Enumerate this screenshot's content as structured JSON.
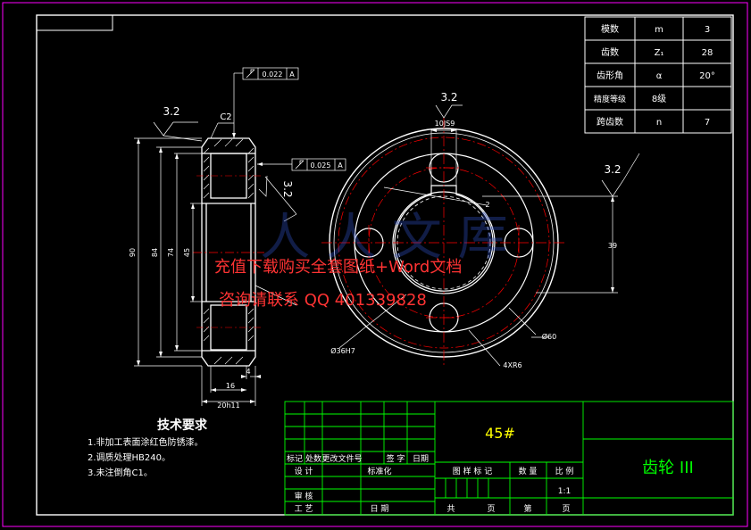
{
  "param_table": {
    "rows": [
      {
        "label": "模数",
        "symbol": "m",
        "value": "3"
      },
      {
        "label": "齿数",
        "symbol": "Z₁",
        "value": "28"
      },
      {
        "label": "齿形角",
        "symbol": "α",
        "value": "20°"
      },
      {
        "label": "精度等级",
        "symbol": "8级",
        "value": ""
      },
      {
        "label": "跨齿数",
        "symbol": "n",
        "value": "7"
      }
    ]
  },
  "section_view": {
    "roughness_top": "3.2",
    "roughness_side": "3.2",
    "chamfer": "C2",
    "tol_1": "0.022",
    "tol_1_datum": "A",
    "tol_2": "0.025",
    "tol_2_datum": "A",
    "dim_90": "90",
    "dim_84": "84",
    "dim_74": "74",
    "dim_45": "45",
    "dim_4": "4",
    "dim_16": "16",
    "dim_20": "20h11"
  },
  "front_view": {
    "roughness_top": "3.2",
    "roughness_right": "3.2",
    "keyway": "10JS9",
    "dim_39": "39",
    "bore": "Ø36H7",
    "outer_hole": "Ø60",
    "holes": "4XR6",
    "angle": "2"
  },
  "tech_req": {
    "title": "技术要求",
    "items": [
      "1.非加工表面涂红色防锈漆。",
      "2.调质处理HB240。",
      "3.未注倒角C1。"
    ]
  },
  "title_block": {
    "material": "45#",
    "part_name": "齿轮 III",
    "scale": "1:1",
    "labels": {
      "mark": "标记",
      "count": "处数",
      "change_doc": "更改文件号",
      "sign": "签 字",
      "date": "日期",
      "design": "设 计",
      "standard": "标准化",
      "review": "审 核",
      "process": "工 艺",
      "date2": "日 期",
      "stage_mark": "图 样 标 记",
      "quantity": "数 量",
      "scale_label": "比 例",
      "total": "共",
      "sheet": "页",
      "page_no": "第",
      "sheet2": "页"
    }
  },
  "watermark": {
    "line1": "充值下载购买全套图纸+Word文档",
    "line2": "咨询请联系  QQ 401339828"
  },
  "colors": {
    "frame": "#ff00ff",
    "line": "#ffffff",
    "center": "#ff0000",
    "title_grid": "#00ff00",
    "material_text": "#ffff00",
    "name_text": "#00ff00",
    "watermark": "#ff3333"
  }
}
